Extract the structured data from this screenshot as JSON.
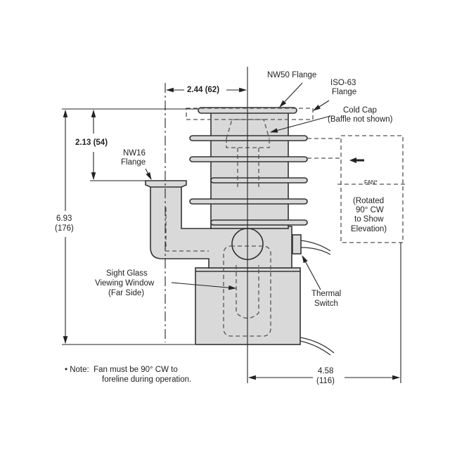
{
  "labels": {
    "nw50": "NW50 Flange",
    "iso63_1": "ISO-63",
    "iso63_2": "Flange",
    "coldcap_1": "Cold Cap",
    "coldcap_2": "(Baffle not shown)",
    "nw16_1": "NW16",
    "nw16_2": "Flange",
    "fan": "FAN*",
    "rotated_1": "(Rotated",
    "rotated_2": "90° CW",
    "rotated_3": "to Show",
    "rotated_4": "Elevation)",
    "sight_1": "Sight Glass",
    "sight_2": "Viewing Window",
    "sight_3": "(Far Side)",
    "thermal_1": "Thermal",
    "thermal_2": "Switch",
    "note_1": "• Note:  Fan must be 90° CW to",
    "note_2": "foreline during operation."
  },
  "dimensions": {
    "width_top": "2.44 (62)",
    "height_flange": "2.13 (54)",
    "height_total_in": "6.93",
    "height_total_mm": "(176)",
    "width_right_in": "4.58",
    "width_right_mm": "(116)"
  },
  "colors": {
    "body_fill": "#d9d9d9",
    "line": "#333333"
  }
}
